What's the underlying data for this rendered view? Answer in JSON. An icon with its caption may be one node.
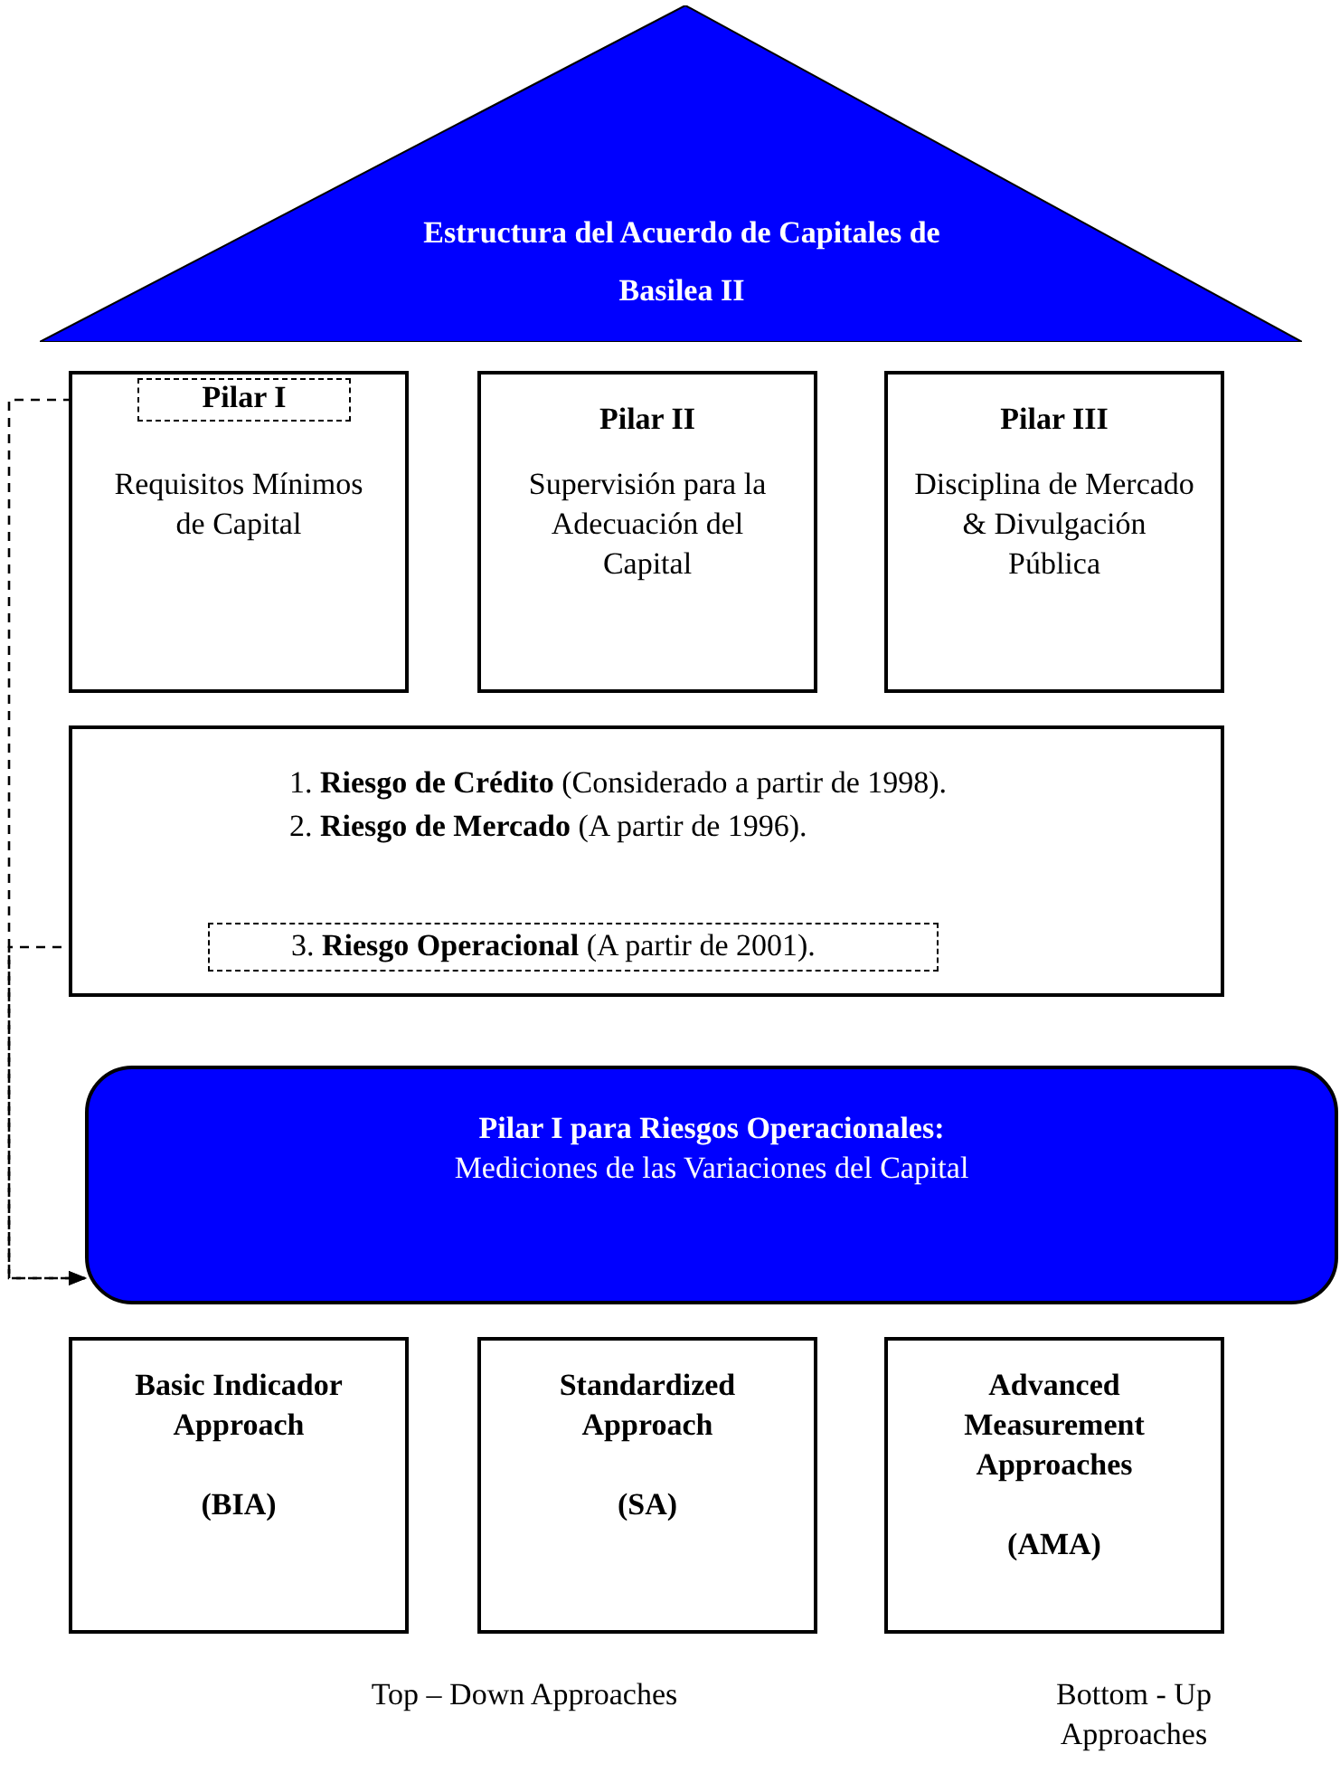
{
  "diagram": {
    "nodes": [
      {
        "text": [
          "Estructura del Acuerdo de Capitales de Basilea II"
        ]
      },
      {
        "text": [
          "Requisitos Mínimos de Capital"
        ]
      },
      {
        "text": [
          "Pilar I"
        ],
        "in": 1
      },
      {
        "text": [
          "Pilar II",
          "Supervisión para la Adecuación del Capital"
        ]
      },
      {
        "text": [
          "Pilar III",
          "Disciplina de Mercado & Divulgación Pública"
        ]
      },
      {
        "text": [
          "1. **Riesgo de Crédito** (Considerado a partir de 1998).",
          "2. **Riesgo de Mercado** (A partir de 1996)."
        ]
      },
      {
        "text": [
          "3. **Riesgo Operacional** (A partir de 2001)."
        ],
        "in": 5
      },
      {
        "text": [
          "Pilar I para Riesgos Operacionales:",
          "Mediciones de las Variaciones del Capital"
        ]
      },
      {
        "text": [
          "Basic Indicador Approach",
          "(BIA)"
        ]
      },
      {
        "text": [
          "Standardized Approach",
          "(SA)"
        ]
      },
      {
        "text": [
          "Advanced Measurement Approaches",
          "(AMA)"
        ]
      }
    ],
    "edges": [
      {
        "from": 2,
        "to": 7,
        "arrow": "to",
        "style": "dashed"
      },
      {
        "from": 6,
        "to": 7,
        "arrow": "to",
        "style": "dashed"
      }
    ],
    "labels": [
      "Top – Down Approaches",
      "Bottom - Up Approaches"
    ]
  }
}
